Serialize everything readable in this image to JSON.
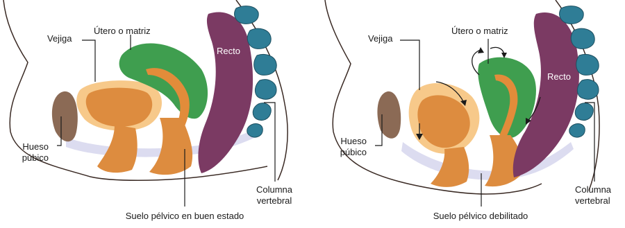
{
  "left_panel": {
    "vejiga": "Vejiga",
    "utero": "Útero o matriz",
    "recto": "Recto",
    "hueso_1": "Hueso",
    "hueso_2": "púbico",
    "columna_1": "Columna",
    "columna_2": "vertebral",
    "suelo": "Suelo pélvico en buen estado"
  },
  "right_panel": {
    "vejiga": "Vejiga",
    "utero": "Útero o matriz",
    "recto": "Recto",
    "hueso_1": "Hueso",
    "hueso_2": "púbico",
    "columna_1": "Columna",
    "columna_2": "vertebral",
    "suelo": "Suelo pélvico debilitado"
  },
  "colors": {
    "skin_outline": "#3a2a24",
    "bladder_outer": "#f7c98a",
    "bladder_inner": "#dd8c3f",
    "uterus": "#3f9e4f",
    "uterus_canal": "#e28c3a",
    "rectum": "#7b3a63",
    "spine": "#2f7d96",
    "pelvic_floor": "#dcdcf0",
    "pubic_bone": "#8b6a55",
    "label": "#1a1a1a"
  }
}
